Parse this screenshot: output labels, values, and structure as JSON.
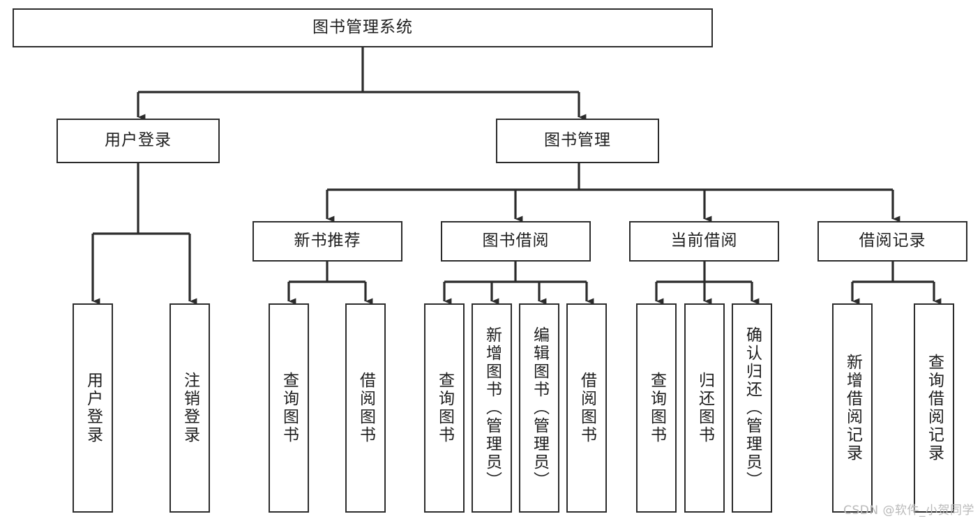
{
  "diagram": {
    "type": "tree",
    "title": "图书管理系统",
    "orientation": "top-down",
    "stroke_color": "#2b2b2b",
    "box_fill": "#ffffff",
    "text_color": "#1d1d1d",
    "nodes": {
      "root": {
        "label": "图书管理系统"
      },
      "level2": [
        {
          "id": "user-login",
          "label": "用户登录"
        },
        {
          "id": "book-management",
          "label": "图书管理"
        }
      ],
      "level3": [
        {
          "id": "new-book-recommend",
          "label": "新书推荐"
        },
        {
          "id": "book-borrow",
          "label": "图书借阅"
        },
        {
          "id": "current-borrow",
          "label": "当前借阅"
        },
        {
          "id": "borrow-record",
          "label": "借阅记录"
        }
      ],
      "leaves": {
        "user_login": [
          {
            "id": "leaf-user-login",
            "label": "用户登录"
          },
          {
            "id": "leaf-logout-login",
            "label": "注销登录"
          }
        ],
        "new_book_recommend": [
          {
            "id": "leaf-query-book-1",
            "label": "查询图书"
          },
          {
            "id": "leaf-borrow-book-1",
            "label": "借阅图书"
          }
        ],
        "book_borrow": [
          {
            "id": "leaf-query-book-2",
            "label": "查询图书"
          },
          {
            "id": "leaf-add-book",
            "label": "新增图书（管理员）"
          },
          {
            "id": "leaf-edit-book",
            "label": "编辑图书（管理员）"
          },
          {
            "id": "leaf-borrow-book-2",
            "label": "借阅图书"
          }
        ],
        "current_borrow": [
          {
            "id": "leaf-query-book-3",
            "label": "查询图书"
          },
          {
            "id": "leaf-return-book",
            "label": "归还图书"
          },
          {
            "id": "leaf-confirm-return",
            "label": "确认归还（管理员）"
          }
        ],
        "borrow_record": [
          {
            "id": "leaf-add-record",
            "label": "新增借阅记录"
          },
          {
            "id": "leaf-query-record",
            "label": "查询借阅记录"
          }
        ]
      }
    }
  },
  "watermark": {
    "text": "CSDN @软件_小贺同学"
  }
}
